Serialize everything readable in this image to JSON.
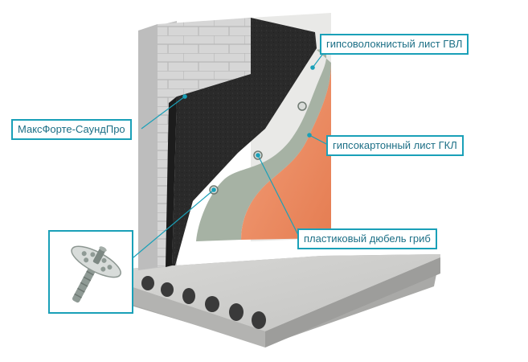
{
  "labels": {
    "gvl": "гипсоволокнистый лист ГВЛ",
    "soundpro": "МаксФорте-СаундПро",
    "gkl": "гипсокартонный лист ГКЛ",
    "dowel": "пластиковый дюбель гриб"
  },
  "colors": {
    "accent": "#1aa0b8",
    "brick": "#d2d2d2",
    "membrane": "#2c2c2c",
    "gvl_board": "#a9b6a8",
    "gkl_board": "#ef8e63",
    "slab": "#bdbdbd"
  }
}
